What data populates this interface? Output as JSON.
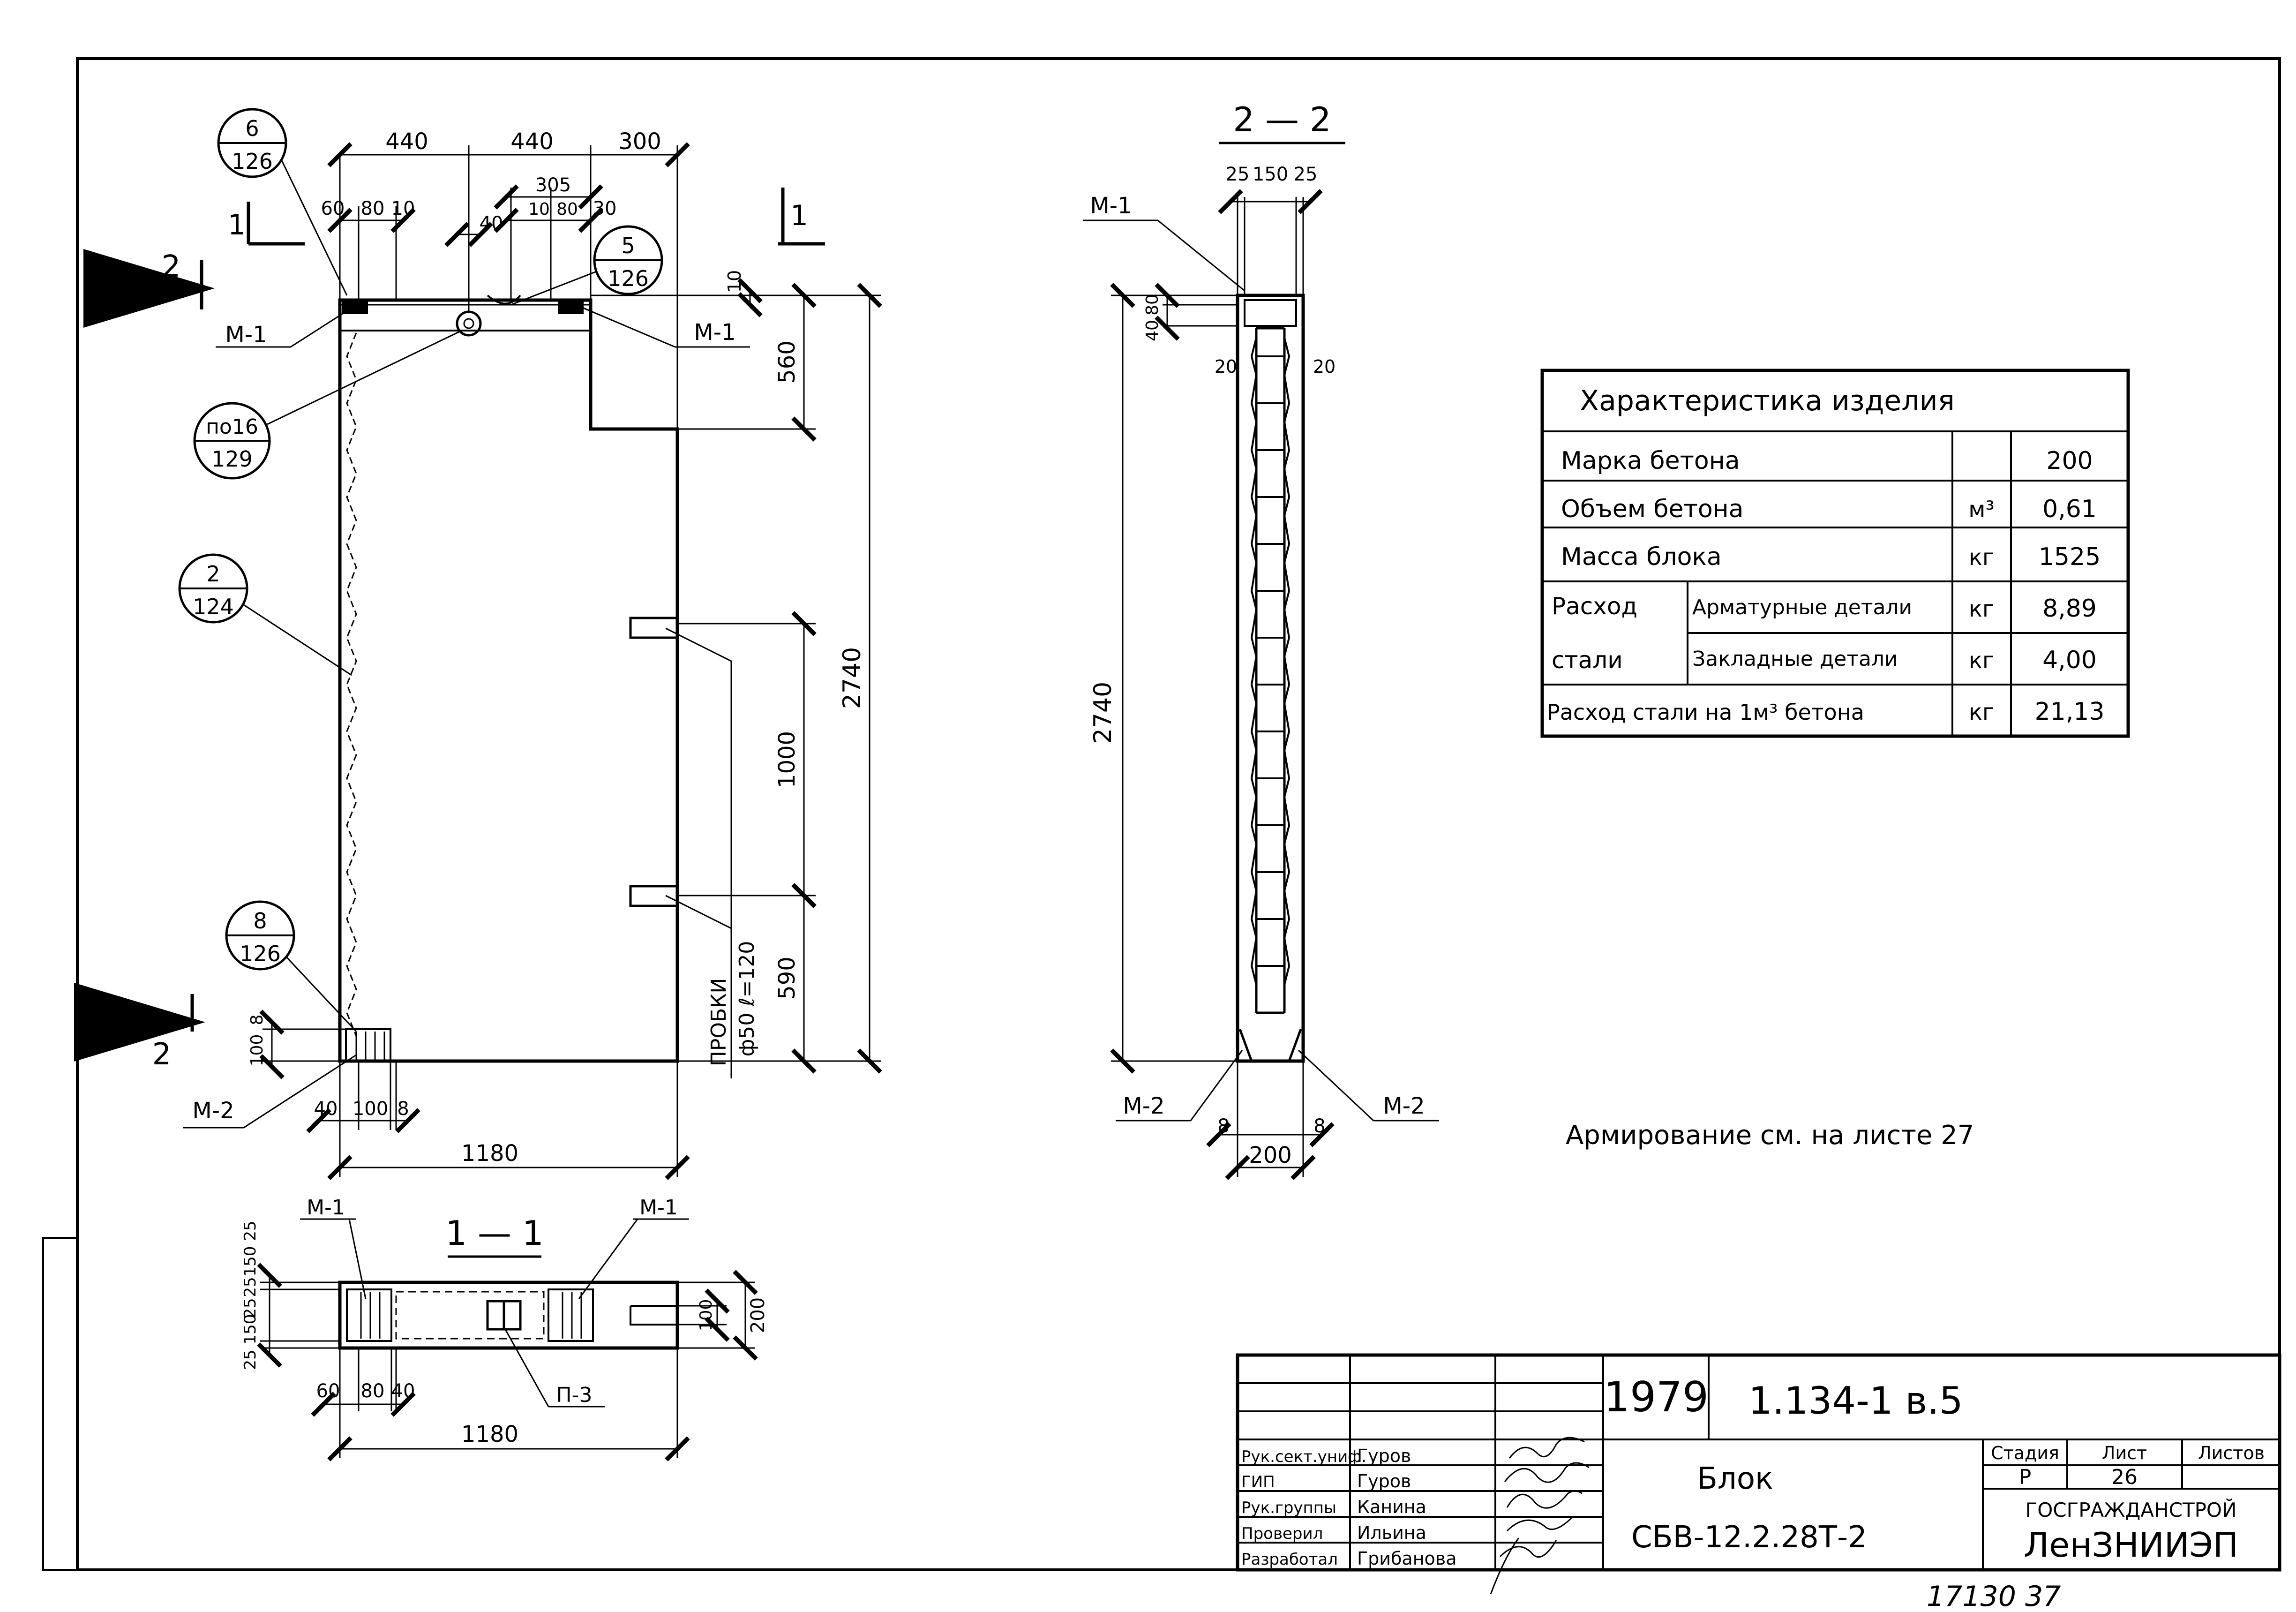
{
  "main_view": {
    "dims_top": [
      "440",
      "440",
      "300"
    ],
    "dims_sub": [
      "60",
      "80",
      "10",
      "40",
      "305",
      "10",
      "80",
      "30"
    ],
    "dim_width": "1180",
    "dims_bottom": [
      "40",
      "100",
      "8"
    ],
    "dims_left": [
      "100",
      "8"
    ],
    "dims_right": [
      "10",
      "560",
      "1000",
      "590",
      "2740"
    ],
    "probki": "ПРОБКИ",
    "probki_size": "ф50 ℓ=120",
    "labels": {
      "m1_left": "М-1",
      "m1_right": "М-1",
      "m2": "М-2"
    },
    "section_marks": {
      "s1": "1",
      "s2": "2"
    },
    "callouts": [
      {
        "top": "6",
        "bottom": "126"
      },
      {
        "top": "5",
        "bottom": "126"
      },
      {
        "top": "по16",
        "bottom": "129"
      },
      {
        "top": "2",
        "bottom": "124"
      },
      {
        "top": "8",
        "bottom": "126"
      }
    ]
  },
  "section_22": {
    "title": "2 — 2",
    "dims_top": [
      "25",
      "150",
      "25"
    ],
    "dims_small": [
      "40",
      "80",
      "20",
      "20"
    ],
    "dim_height": "2740",
    "dims_bottom": [
      "8",
      "8"
    ],
    "dim_width": "200",
    "labels": {
      "m1": "М-1",
      "m2_left": "М-2",
      "m2_right": "М-2"
    }
  },
  "section_11": {
    "title": "1 — 1",
    "dims_left": [
      "25",
      "150",
      "25",
      "25",
      "150",
      "25"
    ],
    "dims_bottom": [
      "60",
      "80",
      "40"
    ],
    "dim_width": "1180",
    "dims_right": [
      "100",
      "200"
    ],
    "labels": {
      "m1_left": "М-1",
      "m1_right": "М-1",
      "p3": "П-3"
    }
  },
  "characteristics": {
    "title": "Характеристика  изделия",
    "rows": [
      {
        "name": "Марка  бетона",
        "unit": "",
        "value": "200"
      },
      {
        "name": "Объем  бетона",
        "unit": "м³",
        "value": "0,61"
      },
      {
        "name": "Масса  блока",
        "unit": "кг",
        "value": "1525"
      }
    ],
    "steel_group": "Расход",
    "steel_group_2": "стали",
    "steel_rows": [
      {
        "name": "Арматурные детали",
        "unit": "кг",
        "value": "8,89"
      },
      {
        "name": "Закладные детали",
        "unit": "кг",
        "value": "4,00"
      }
    ],
    "last_row": {
      "name": "Расход стали на 1м³ бетона",
      "unit": "кг",
      "value": "21,13"
    }
  },
  "note": "Армирование  см.  на  листе  27",
  "title_block": {
    "year": "1979",
    "code": "1.134-1   в.5",
    "object": "Блок",
    "mark": "СБВ-12.2.28Т-2",
    "stage_h": "Стадия",
    "sheet_h": "Лист",
    "sheets_h": "Листов",
    "stage": "Р",
    "sheet": "26",
    "org1": "ГОСГРАЖДАНСТРОЙ",
    "org2": "ЛенЗНИИЭП",
    "staff": [
      {
        "role": "Рук.сект.униф.",
        "name": "Гуров"
      },
      {
        "role": "ГИП",
        "name": "Гуров"
      },
      {
        "role": "Рук.группы",
        "name": "Канина"
      },
      {
        "role": "Проверил",
        "name": "Ильина"
      },
      {
        "role": "Разработал",
        "name": "Грибанова"
      }
    ]
  },
  "archive_number": "17130  37"
}
